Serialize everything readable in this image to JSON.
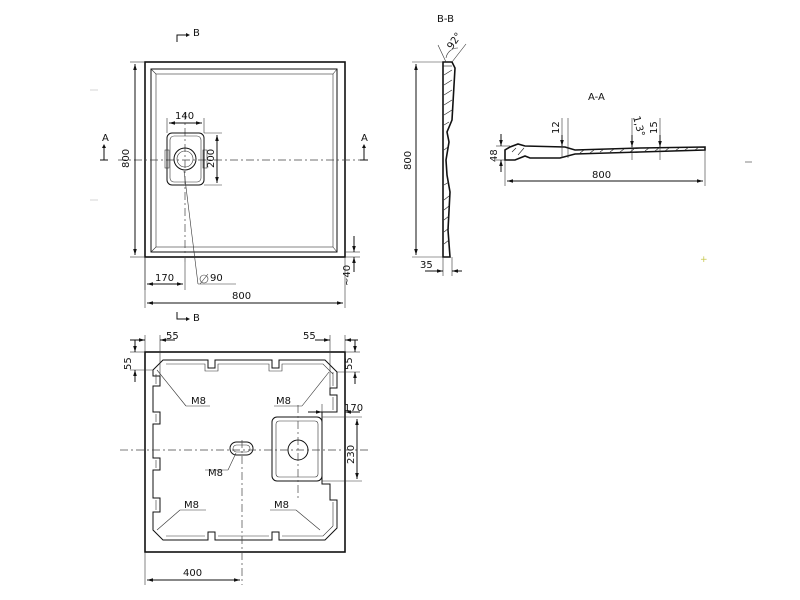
{
  "colors": {
    "line": "#111111",
    "background": "#ffffff",
    "accent": "#c8c850"
  },
  "sections": {
    "bb_top": "B",
    "bb_bottom": "B",
    "a_left": "A",
    "a_right": "A",
    "bb_title": "B-B",
    "aa_title": "A-A"
  },
  "top_view": {
    "width": "800",
    "height": "800",
    "drain_w": "140",
    "drain_h": "200",
    "offset_x": "170",
    "diameter": "90",
    "rim": "~40"
  },
  "section_bb": {
    "height": "800",
    "thickness": "35",
    "angle": "92°"
  },
  "section_aa": {
    "length": "800",
    "height": "48",
    "depth": "12",
    "slope": "1,3°",
    "edge": "15"
  },
  "bottom_view": {
    "corner_top_left": "55",
    "corner_top_right": "55",
    "corner_left": "55",
    "corner_right": "55",
    "drain_offset": "170",
    "drain_h": "230",
    "bottom_offset": "400",
    "m8_1": "M8",
    "m8_2": "M8",
    "m8_3": "M8",
    "m8_4": "M8",
    "m8_5": "M8"
  }
}
